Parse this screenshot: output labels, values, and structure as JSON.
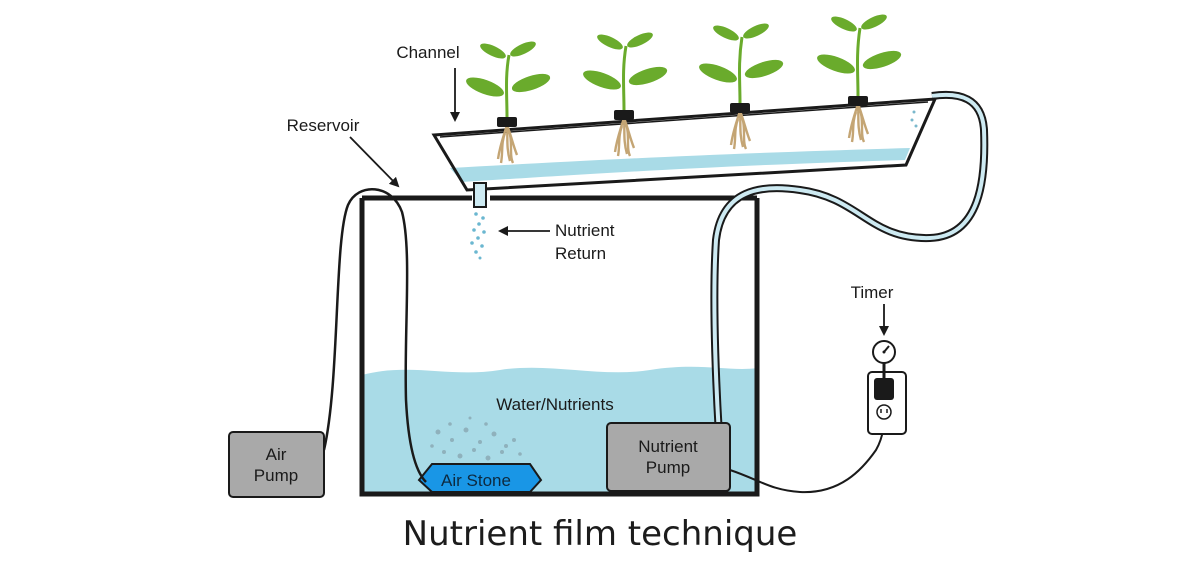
{
  "labels": {
    "channel": "Channel",
    "reservoir": "Reservoir",
    "nutrient_return_line1": "Nutrient",
    "nutrient_return_line2": "Return",
    "water_nutrients": "Water/Nutrients",
    "air_pump_line1": "Air",
    "air_pump_line2": "Pump",
    "air_stone": "Air Stone",
    "nutrient_pump_line1": "Nutrient",
    "nutrient_pump_line2": "Pump",
    "timer": "Timer"
  },
  "caption": "Nutrient film technique",
  "colors": {
    "water": "#a9dbe7",
    "water_light": "#cdeaf2",
    "pump_fill": "#a9a9a9",
    "air_stone": "#1996e6",
    "leaf": "#6aab2c",
    "root": "#c4a574",
    "outline": "#1a1a1a"
  },
  "icons": [
    "plant-icon",
    "timer-dial-icon",
    "power-outlet-icon",
    "water-drop-icon"
  ]
}
